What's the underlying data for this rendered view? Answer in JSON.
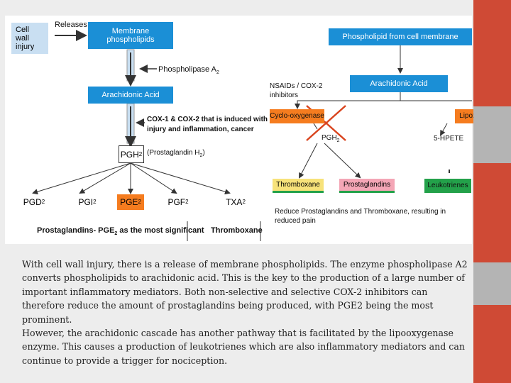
{
  "left_diagram": {
    "cell_wall_injury": "Cell wall injury",
    "releases": "Releases",
    "membrane_phospholipids": "Membrane phospholipids",
    "phospholipase": "Phospholipase A",
    "phospholipase_sub": "2",
    "arachidonic_acid": "Arachidonic Acid",
    "cox_note_line1": "COX-1  & COX-2 that is induced with",
    "cox_note_line2": "injury and inflammation,  cancer",
    "pgh2": "PGH",
    "pgh2_sub": "2",
    "pgh2_note": "(Prostaglandin  H",
    "pgh2_note_sub": "2",
    "pgh2_note_end": ")",
    "products": [
      {
        "label": "PGD",
        "sub": "2"
      },
      {
        "label": "PGI",
        "sub": "2"
      },
      {
        "label": "PGE",
        "sub": "2"
      },
      {
        "label": "PGF",
        "sub": "2"
      },
      {
        "label": "TXA",
        "sub": "2"
      }
    ],
    "prostaglandins_note_a": "Prostaglandins-  PGE",
    "prostaglandins_note_sub": "2",
    "prostaglandins_note_b": " as the most significant",
    "thromboxane": "Thromboxane"
  },
  "right_diagram": {
    "phospholipid_from_membrane": "Phospholipid from cell membrane",
    "nsaids_line1": "NSAIDs / COX-2",
    "nsaids_line2": "inhibitors",
    "arachidonic_acid": "Arachidonic Acid",
    "cyclo_oxygenase": "Cyclo-oxygenase",
    "lipoxygenase": "Lipoxygenase",
    "pgh2": "PGH",
    "pgh2_sub": "2",
    "hpete": "5-HPETE",
    "thromboxane": "Thromboxane",
    "prostaglandins": "Prostaglandins",
    "leukotrienes": "Leukotrienes",
    "result_line1": "Reduce Prostaglandins and Thromboxane, resulting in",
    "result_line2": "reduced pain"
  },
  "caption": {
    "paragraph1": "With cell wall injury, there is a release of membrane phospholipids. The enzyme phospholipase A2 converts phospholipids to arachidonic acid. This is the key to the production of a large number of important inflammatory mediators. Both non-selective and selective COX-2 inhibitors can therefore reduce the amount of prostaglandins being produced, with PGE2 being the most prominent.",
    "paragraph2": "However, the arachidonic cascade has another pathway that is facilitated by the lipooxygenase enzyme. This causes a production of leukotrienes which are also inflammatory mediators and can continue to provide a trigger for nociception."
  },
  "colors": {
    "blue_box": "#1b8fd6",
    "pale_blue": "#c9dff2",
    "orange": "#f57c1f",
    "yellow": "#f7e27a",
    "green": "#23a14a",
    "pink": "#f4a6b6",
    "cross": "#d9441e",
    "sidebar_red": "#cf4a35",
    "sidebar_gray": "#b4b4b4"
  }
}
